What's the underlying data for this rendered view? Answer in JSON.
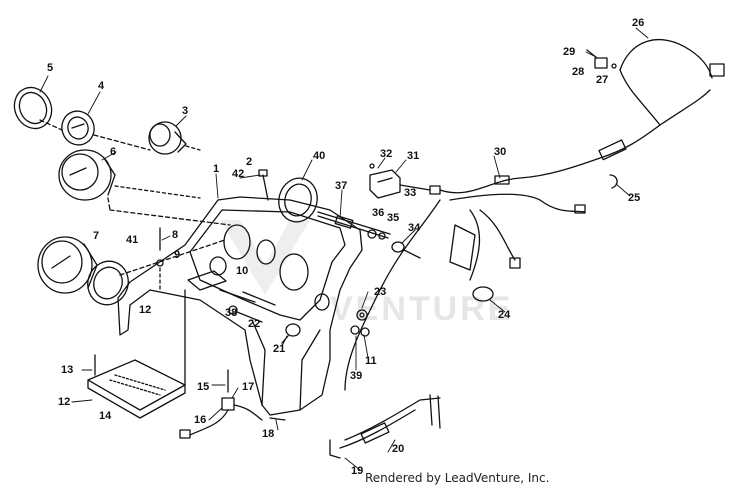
{
  "diagram": {
    "watermark": "VENTURE",
    "credit": "Rendered by LeadVenture, Inc.",
    "callouts": [
      {
        "id": "1",
        "label": "1"
      },
      {
        "id": "2",
        "label": "2"
      },
      {
        "id": "3",
        "label": "3"
      },
      {
        "id": "4",
        "label": "4"
      },
      {
        "id": "5",
        "label": "5"
      },
      {
        "id": "6",
        "label": "6"
      },
      {
        "id": "7",
        "label": "7"
      },
      {
        "id": "8",
        "label": "8"
      },
      {
        "id": "9",
        "label": "9"
      },
      {
        "id": "10",
        "label": "10"
      },
      {
        "id": "11",
        "label": "11"
      },
      {
        "id": "12a",
        "label": "12"
      },
      {
        "id": "12b",
        "label": "12"
      },
      {
        "id": "13",
        "label": "13"
      },
      {
        "id": "14",
        "label": "14"
      },
      {
        "id": "15",
        "label": "15"
      },
      {
        "id": "16",
        "label": "16"
      },
      {
        "id": "17",
        "label": "17"
      },
      {
        "id": "18",
        "label": "18"
      },
      {
        "id": "19",
        "label": "19"
      },
      {
        "id": "20",
        "label": "20"
      },
      {
        "id": "21",
        "label": "21"
      },
      {
        "id": "22",
        "label": "22"
      },
      {
        "id": "23",
        "label": "23"
      },
      {
        "id": "24",
        "label": "24"
      },
      {
        "id": "25",
        "label": "25"
      },
      {
        "id": "26",
        "label": "26"
      },
      {
        "id": "27",
        "label": "27"
      },
      {
        "id": "28",
        "label": "28"
      },
      {
        "id": "29",
        "label": "29"
      },
      {
        "id": "30",
        "label": "30"
      },
      {
        "id": "31",
        "label": "31"
      },
      {
        "id": "32",
        "label": "32"
      },
      {
        "id": "33",
        "label": "33"
      },
      {
        "id": "34",
        "label": "34"
      },
      {
        "id": "35",
        "label": "35"
      },
      {
        "id": "36",
        "label": "36"
      },
      {
        "id": "37",
        "label": "37"
      },
      {
        "id": "38",
        "label": "38"
      },
      {
        "id": "39",
        "label": "39"
      },
      {
        "id": "40",
        "label": "40"
      },
      {
        "id": "41",
        "label": "41"
      },
      {
        "id": "42",
        "label": "42"
      }
    ]
  }
}
